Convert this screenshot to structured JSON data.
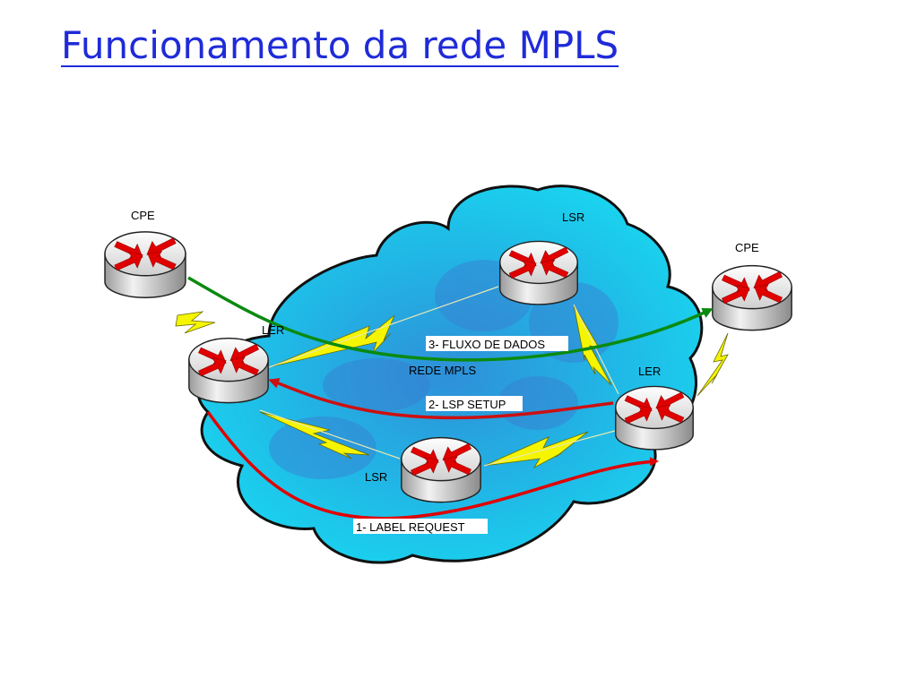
{
  "title": "Funcionamento da rede MPLS",
  "nodes": {
    "cpe_left": "CPE",
    "cpe_right": "CPE",
    "lsr_top": "LSR",
    "lsr_bottom": "LSR",
    "ler_left": "LER",
    "ler_right": "LER"
  },
  "cloud_label": "REDE MPLS",
  "flows": {
    "step1": "1- LABEL REQUEST",
    "step2": "2- LSP SETUP",
    "step3": "3- FLUXO DE DADOS"
  },
  "colors": {
    "title": "#1f2bd8",
    "cloud": "#22c8e8",
    "label_request_arrow": "#e00000",
    "lsp_setup_arrow": "#cc1010",
    "data_flow_arrow": "#0a8a10",
    "link_lightning": "#f5f500",
    "router_arrows": "#e00000"
  }
}
